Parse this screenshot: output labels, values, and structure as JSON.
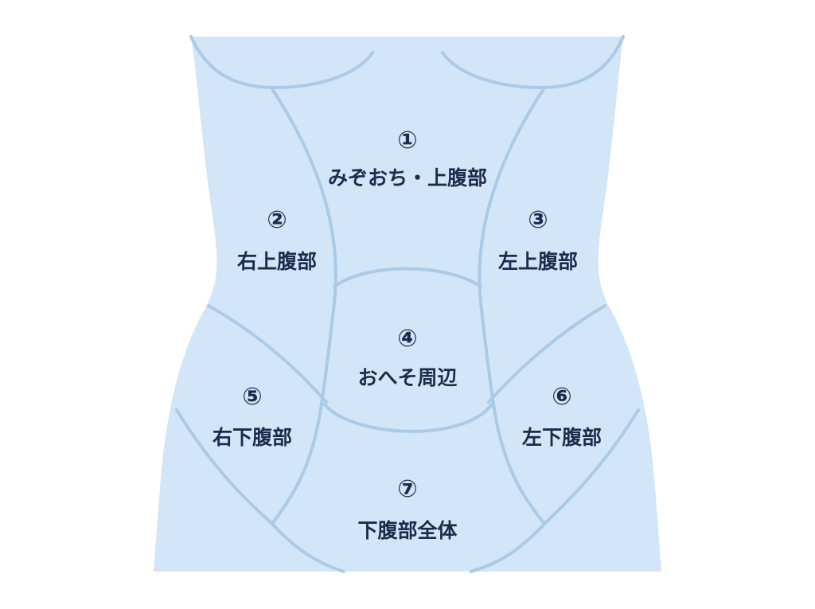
{
  "colors": {
    "body_fill": "#d3e6f7",
    "line": "#a9cbe8",
    "text": "#1c2b4c"
  },
  "regions": [
    {
      "number": "①",
      "label": "みぞおち・上腹部"
    },
    {
      "number": "②",
      "label": "右上腹部"
    },
    {
      "number": "③",
      "label": "左上腹部"
    },
    {
      "number": "④",
      "label": "おへそ周辺"
    },
    {
      "number": "⑤",
      "label": "右下腹部"
    },
    {
      "number": "⑥",
      "label": "左下腹部"
    },
    {
      "number": "⑦",
      "label": "下腹部全体"
    }
  ]
}
